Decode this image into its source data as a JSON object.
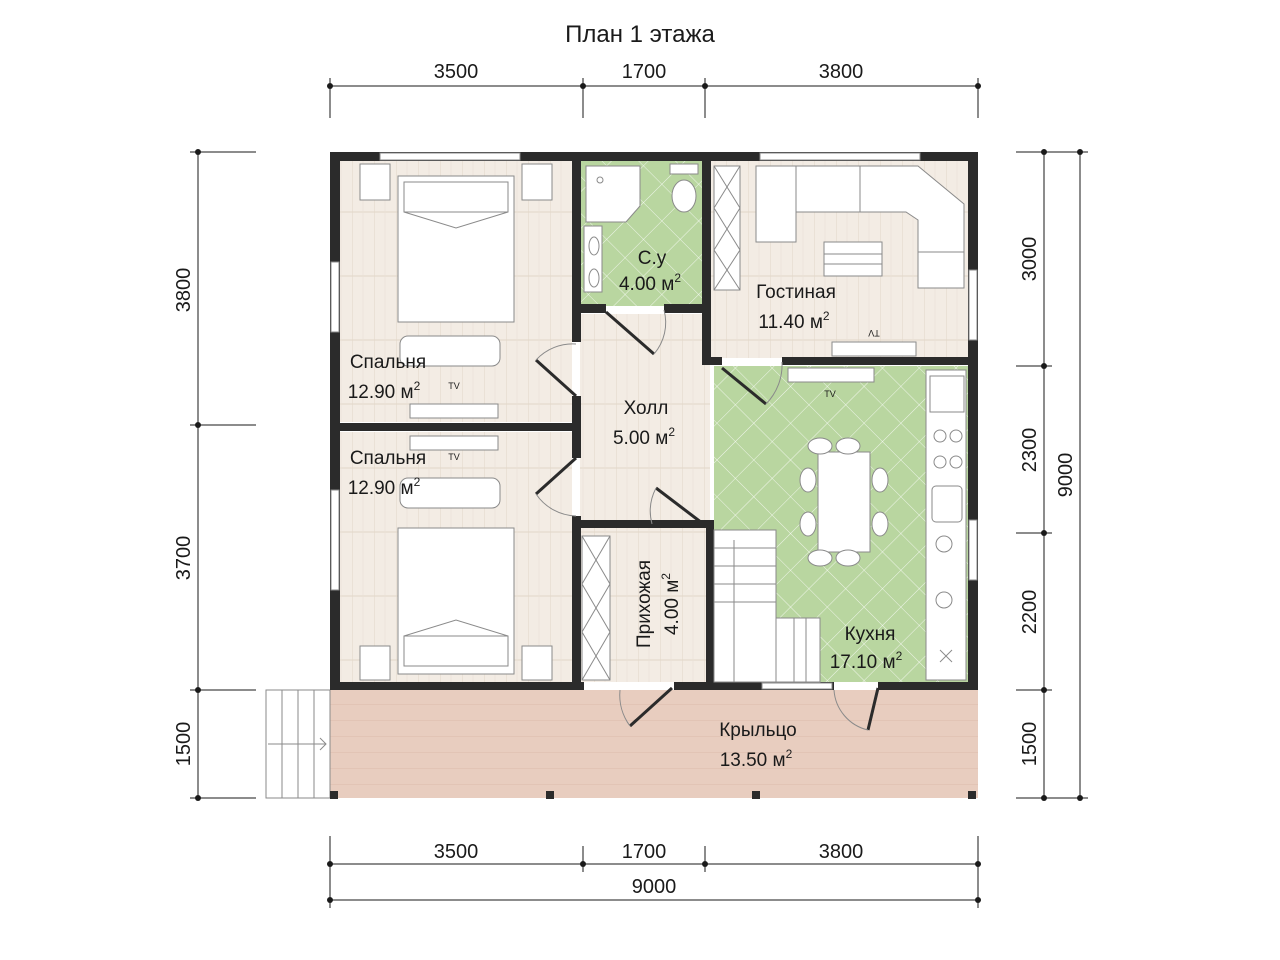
{
  "title": "План 1 этажа",
  "dimensions": {
    "top": [
      "3500",
      "1700",
      "3800"
    ],
    "bottom": [
      "3500",
      "1700",
      "3800"
    ],
    "bottom_total": "9000",
    "left": [
      "3800",
      "3700",
      "1500"
    ],
    "right": [
      "3000",
      "2300",
      "2200",
      "1500"
    ],
    "right_total": "9000"
  },
  "rooms": {
    "bath": {
      "name": "С.у",
      "area": "4.00 м",
      "sup": "2"
    },
    "living": {
      "name": "Гостиная",
      "area": "11.40 м",
      "sup": "2"
    },
    "bedroom1": {
      "name": "Спальня",
      "area": "12.90 м",
      "sup": "2"
    },
    "bedroom2": {
      "name": "Спальня",
      "area": "12.90 м",
      "sup": "2"
    },
    "hall": {
      "name": "Холл",
      "area": "5.00 м",
      "sup": "2"
    },
    "entry": {
      "name": "Прихожая",
      "area": "4.00 м",
      "sup": "2"
    },
    "kitchen": {
      "name": "Кухня",
      "area": "17.10 м",
      "sup": "2"
    },
    "porch": {
      "name": "Крыльцо",
      "area": "13.50 м",
      "sup": "2"
    }
  },
  "tv_label": "TV",
  "colors": {
    "wall": "#2b2b2b",
    "wood_floor": "#f2ebe3",
    "tile_floor": "#b9d6a0",
    "porch_floor": "#e8cdbf"
  }
}
